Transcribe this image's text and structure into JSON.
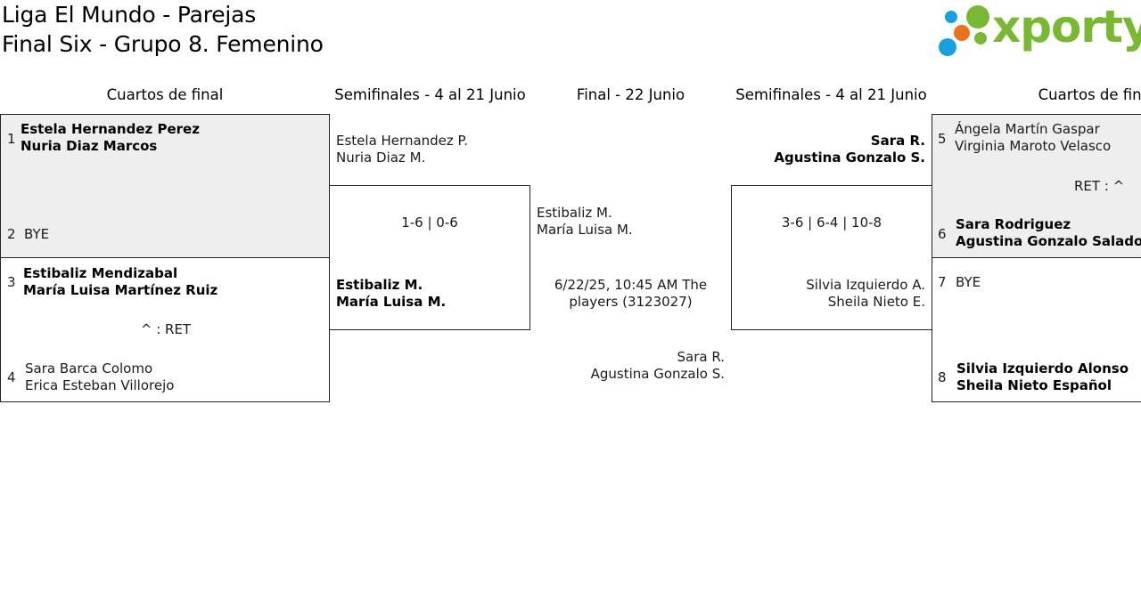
{
  "header": {
    "title_line1": "Liga El Mundo - Parejas",
    "title_line2": "Final Six - Grupo 8. Femenino",
    "logo_text": "xporty",
    "logo_colors": {
      "text": "#7ab833",
      "dots": [
        "#1a9ee0",
        "#e8741a",
        "#7ab833",
        "#1a9ee0",
        "#7ab833"
      ]
    }
  },
  "columns": {
    "quarters_left": "Cuartos de final",
    "semis_left": "Semifinales - 4 al 21 Junio",
    "final": "Final - 22 Junio",
    "semis_right": "Semifinales - 4 al 21 Junio",
    "quarters_right": "Cuartos de final"
  },
  "left_quarters": {
    "m1": {
      "seed1": "1",
      "p1a": "Estela Hernandez Perez",
      "p1b": "Nuria Diaz Marcos",
      "seed2": "2",
      "p2a": "BYE"
    },
    "m2": {
      "seed1": "3",
      "p1a": "Estibaliz Mendizabal",
      "p1b": "María Luisa Martínez Ruiz",
      "note": "^ : RET",
      "seed2": "4",
      "p2a": "Sara Barca Colomo",
      "p2b": "Erica Esteban Villorejo"
    }
  },
  "left_semis": {
    "top_a": "Estela Hernandez P.",
    "top_b": "Nuria Diaz M.",
    "score": "1-6 | 0-6",
    "bottom_a": "Estibaliz M.",
    "bottom_b": "María Luisa M."
  },
  "final": {
    "top_a": "Estibaliz M.",
    "top_b": "María Luisa M.",
    "info": "6/22/25, 10:45 AM The players (3123027)",
    "bottom_a": "Sara R.",
    "bottom_b": "Agustina Gonzalo S."
  },
  "right_semis": {
    "top_a": "Sara R.",
    "top_b": "Agustina Gonzalo S.",
    "score": "3-6 | 6-4 | 10-8",
    "bottom_a": "Silvia Izquierdo A.",
    "bottom_b": "Sheila Nieto E."
  },
  "right_quarters": {
    "m1": {
      "seed1": "5",
      "p1a": "Ángela Martín Gaspar",
      "p1b": "Virginia Maroto Velasco",
      "note": "RET : ^",
      "seed2": "6",
      "p2a": "Sara Rodriguez",
      "p2b": "Agustina Gonzalo Salado"
    },
    "m2": {
      "seed1": "7",
      "p1a": "BYE",
      "seed2": "8",
      "p2a": "Silvia Izquierdo Alonso",
      "p2b": "Sheila Nieto Español"
    }
  }
}
